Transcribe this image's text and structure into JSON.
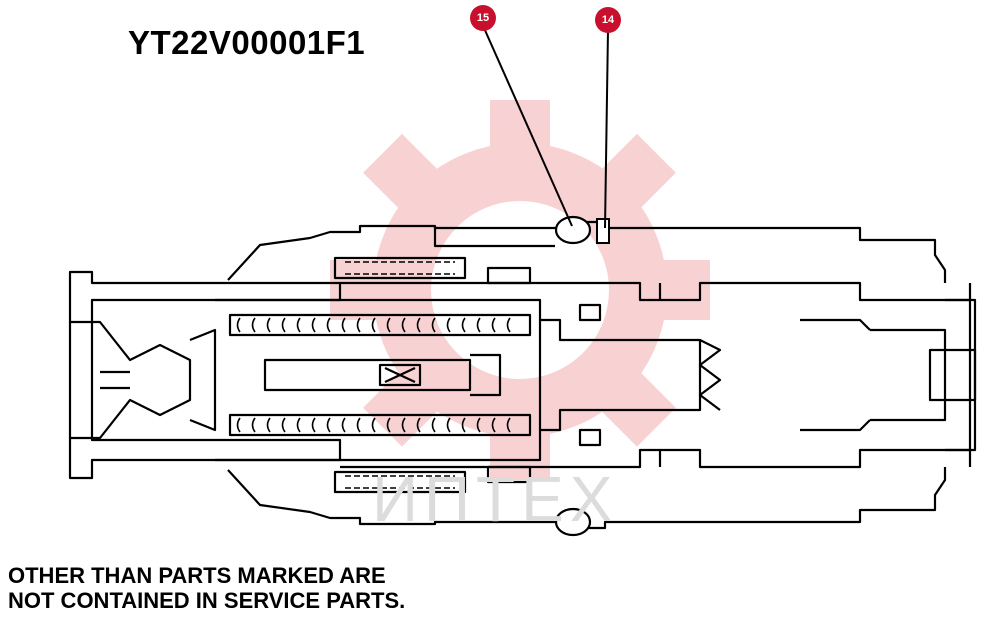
{
  "diagram": {
    "part_code": "YT22V00001F1",
    "note_lines": [
      "OTHER THAN PARTS MARKED ARE",
      "NOT CONTAINED IN SERVICE PARTS."
    ],
    "callouts": [
      {
        "number": "15",
        "color": "#c8102e"
      },
      {
        "number": "14",
        "color": "#c8102e"
      }
    ]
  },
  "watermark": {
    "text": "ИПТЕХ",
    "gear_color": "#f7c9cc"
  }
}
